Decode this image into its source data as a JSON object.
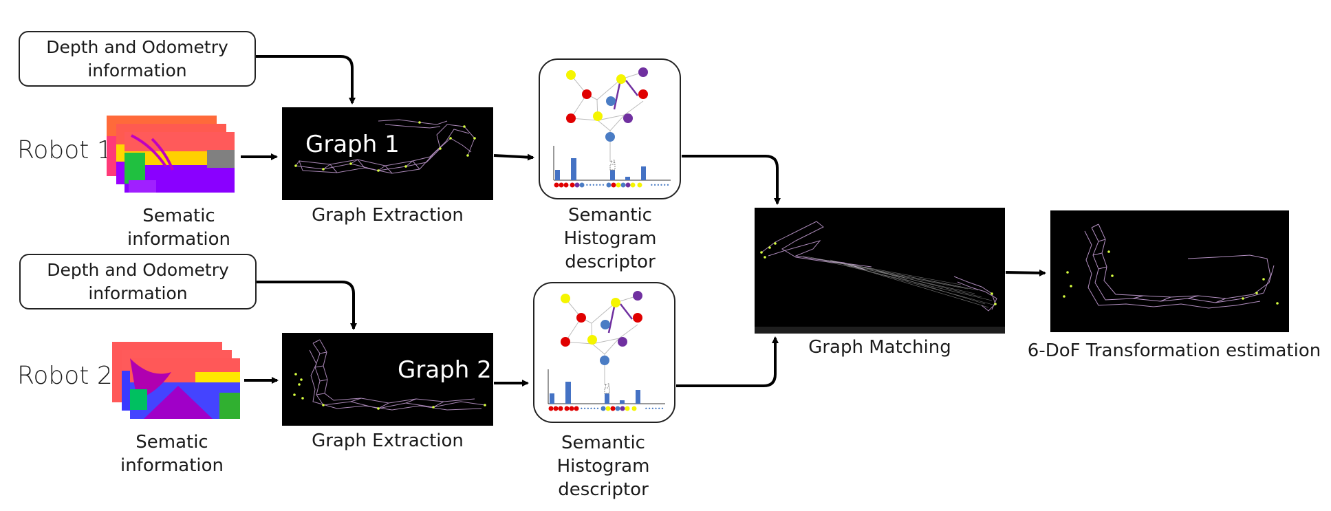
{
  "rows": [
    {
      "robot": "Robot 1",
      "input_box": "Depth and Odometry\ninformation",
      "semantic_caption": "Sematic information",
      "graph_title": "Graph 1",
      "graph_caption": "Graph Extraction",
      "descriptor_caption": "Semantic Histogram\ndescriptor"
    },
    {
      "robot": "Robot 2",
      "input_box": "Depth and Odometry\ninformation",
      "semantic_caption": "Sematic information",
      "graph_title": "Graph 2",
      "graph_caption": "Graph Extraction",
      "descriptor_caption": "Semantic Histogram\ndescriptor"
    }
  ],
  "matching_caption": "Graph Matching",
  "transform_caption": "6-DoF Transformation estimation",
  "hist_small_label": "+1",
  "colors": {
    "red": "#e00000",
    "yellow": "#f5f500",
    "blue": "#4a7cc4",
    "purple": "#7030a0",
    "bar": "#4472c4",
    "graph_edge": "#c8a0d8",
    "graph_node": "#d8ff40"
  }
}
